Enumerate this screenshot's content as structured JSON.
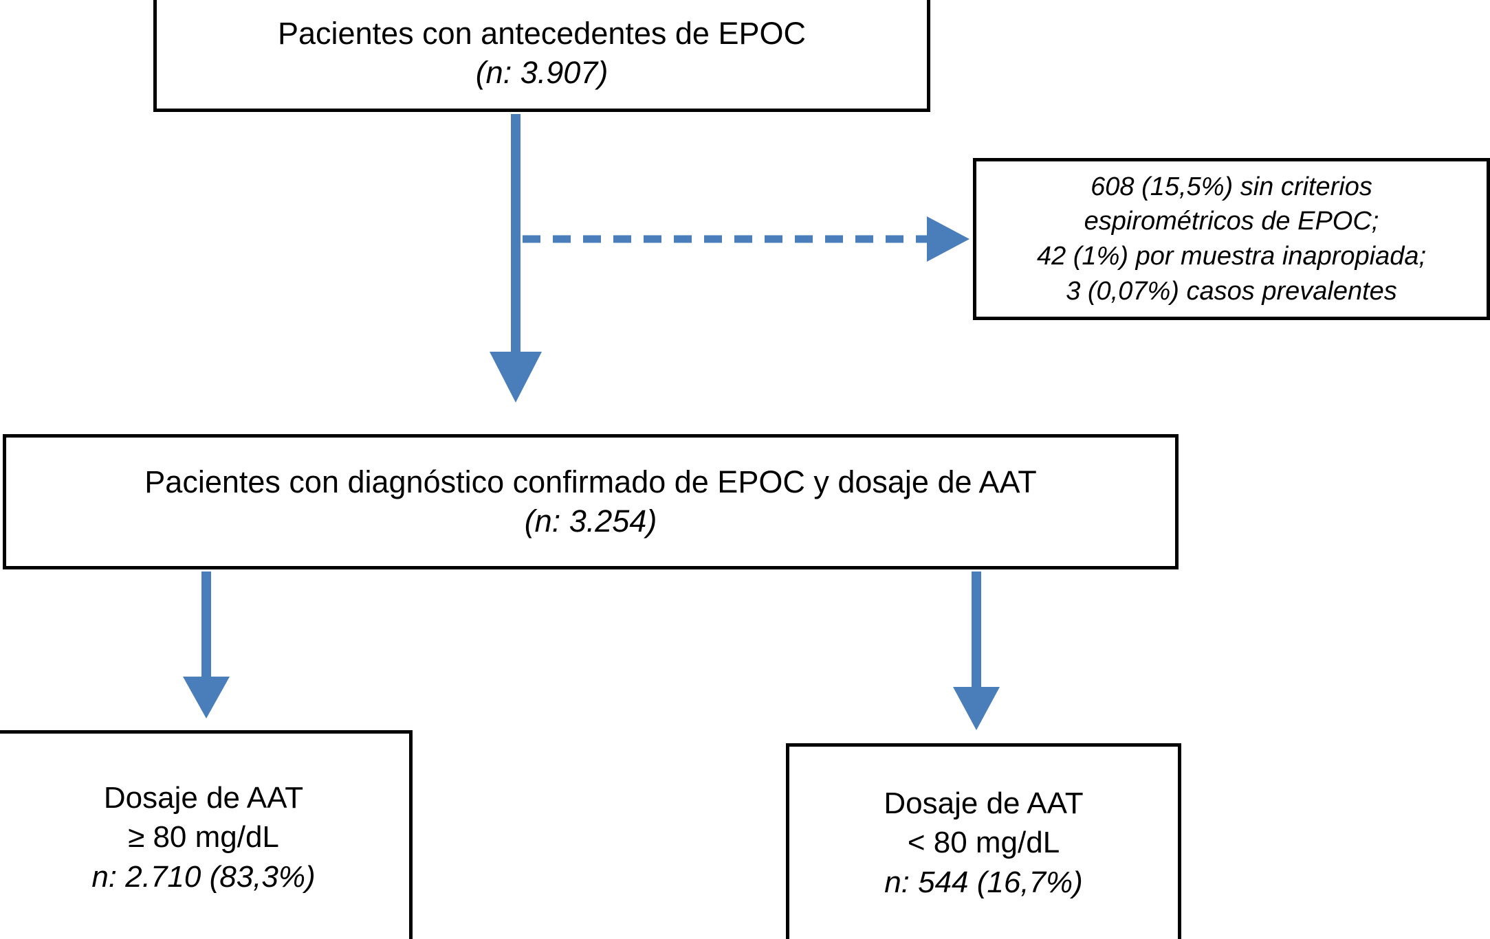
{
  "figure": {
    "type": "flowchart",
    "language": "es",
    "accent_color": "#4a7ebb",
    "border_color": "#000000",
    "background_color": "#ffffff"
  },
  "nodes": {
    "cohort": {
      "line1": "Pacientes con antecedentes de EPOC",
      "line2": "(n: 3.907)"
    },
    "excluded": {
      "line1": "608 (15,5%) sin criterios",
      "line2": "espirométricos de EPOC;",
      "line3": "42 (1%) por muestra inapropiada;",
      "line4": "3 (0,07%) casos prevalentes"
    },
    "confirmed": {
      "line1": "Pacientes con diagnóstico confirmado de EPOC y dosaje de AAT",
      "line2": "(n: 3.254)"
    },
    "high": {
      "line1": "Dosaje de AAT",
      "line2": "≥ 80 mg/dL",
      "line3": "n: 2.710 (83,3%)"
    },
    "low": {
      "line1": "Dosaje de AAT",
      "line2": "< 80 mg/dL",
      "line3": "n: 544 (16,7%)"
    }
  },
  "connectors": [
    {
      "name": "cohort-to-confirmed",
      "style": "solid",
      "direction": "down"
    },
    {
      "name": "cohort-to-excluded",
      "style": "dashed",
      "direction": "right"
    },
    {
      "name": "confirmed-to-high",
      "style": "solid",
      "direction": "down"
    },
    {
      "name": "confirmed-to-low",
      "style": "solid",
      "direction": "down"
    }
  ],
  "chart_data": {
    "type": "flow",
    "title": "",
    "steps": [
      {
        "label": "Pacientes con antecedentes de EPOC",
        "n": 3907
      },
      {
        "label": "Pacientes con diagnóstico confirmado de EPOC y dosaje de AAT",
        "n": 3254
      },
      {
        "label": "Dosaje de AAT ≥ 80 mg/dL",
        "n": 2710,
        "percent": 83.3
      },
      {
        "label": "Dosaje de AAT < 80 mg/dL",
        "n": 544,
        "percent": 16.7
      }
    ],
    "exclusions": [
      {
        "label": "sin criterios espirométricos de EPOC",
        "n": 608,
        "percent": 15.5
      },
      {
        "label": "por muestra inapropiada",
        "n": 42,
        "percent": 1
      },
      {
        "label": "casos prevalentes",
        "n": 3,
        "percent": 0.07
      }
    ]
  }
}
